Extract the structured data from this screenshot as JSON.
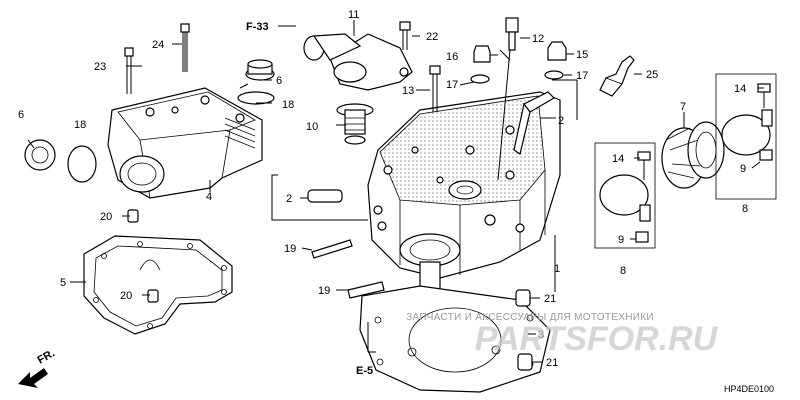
{
  "diagram": {
    "ref_codes": {
      "f33": "F-33",
      "e5": "E-5",
      "fr": "FR."
    },
    "callouts": [
      {
        "id": "c1",
        "text": "1"
      },
      {
        "id": "c2a",
        "text": "2"
      },
      {
        "id": "c2b",
        "text": "2"
      },
      {
        "id": "c3",
        "text": "3"
      },
      {
        "id": "c4",
        "text": "4"
      },
      {
        "id": "c5",
        "text": "5"
      },
      {
        "id": "c6a",
        "text": "6"
      },
      {
        "id": "c6b",
        "text": "6"
      },
      {
        "id": "c7",
        "text": "7"
      },
      {
        "id": "c8a",
        "text": "8"
      },
      {
        "id": "c8b",
        "text": "8"
      },
      {
        "id": "c9a",
        "text": "9"
      },
      {
        "id": "c9b",
        "text": "9"
      },
      {
        "id": "c10",
        "text": "10"
      },
      {
        "id": "c11",
        "text": "11"
      },
      {
        "id": "c12",
        "text": "12"
      },
      {
        "id": "c13",
        "text": "13"
      },
      {
        "id": "c14a",
        "text": "14"
      },
      {
        "id": "c14b",
        "text": "14"
      },
      {
        "id": "c15",
        "text": "15"
      },
      {
        "id": "c16",
        "text": "16"
      },
      {
        "id": "c17a",
        "text": "17"
      },
      {
        "id": "c17b",
        "text": "17"
      },
      {
        "id": "c18a",
        "text": "18"
      },
      {
        "id": "c18b",
        "text": "18"
      },
      {
        "id": "c19a",
        "text": "19"
      },
      {
        "id": "c19b",
        "text": "19"
      },
      {
        "id": "c20a",
        "text": "20"
      },
      {
        "id": "c20b",
        "text": "20"
      },
      {
        "id": "c21a",
        "text": "21"
      },
      {
        "id": "c21b",
        "text": "21"
      },
      {
        "id": "c22",
        "text": "22"
      },
      {
        "id": "c23",
        "text": "23"
      },
      {
        "id": "c24",
        "text": "24"
      },
      {
        "id": "c25",
        "text": "25"
      }
    ],
    "diagram_code": "HP4DE0100"
  },
  "watermark": {
    "caption": "ЗАПЧАСТИ И АКСЕССУАРЫ ДЛЯ МОТОТЕХНИКИ",
    "logo_text": "PARTSFOR.RU"
  }
}
